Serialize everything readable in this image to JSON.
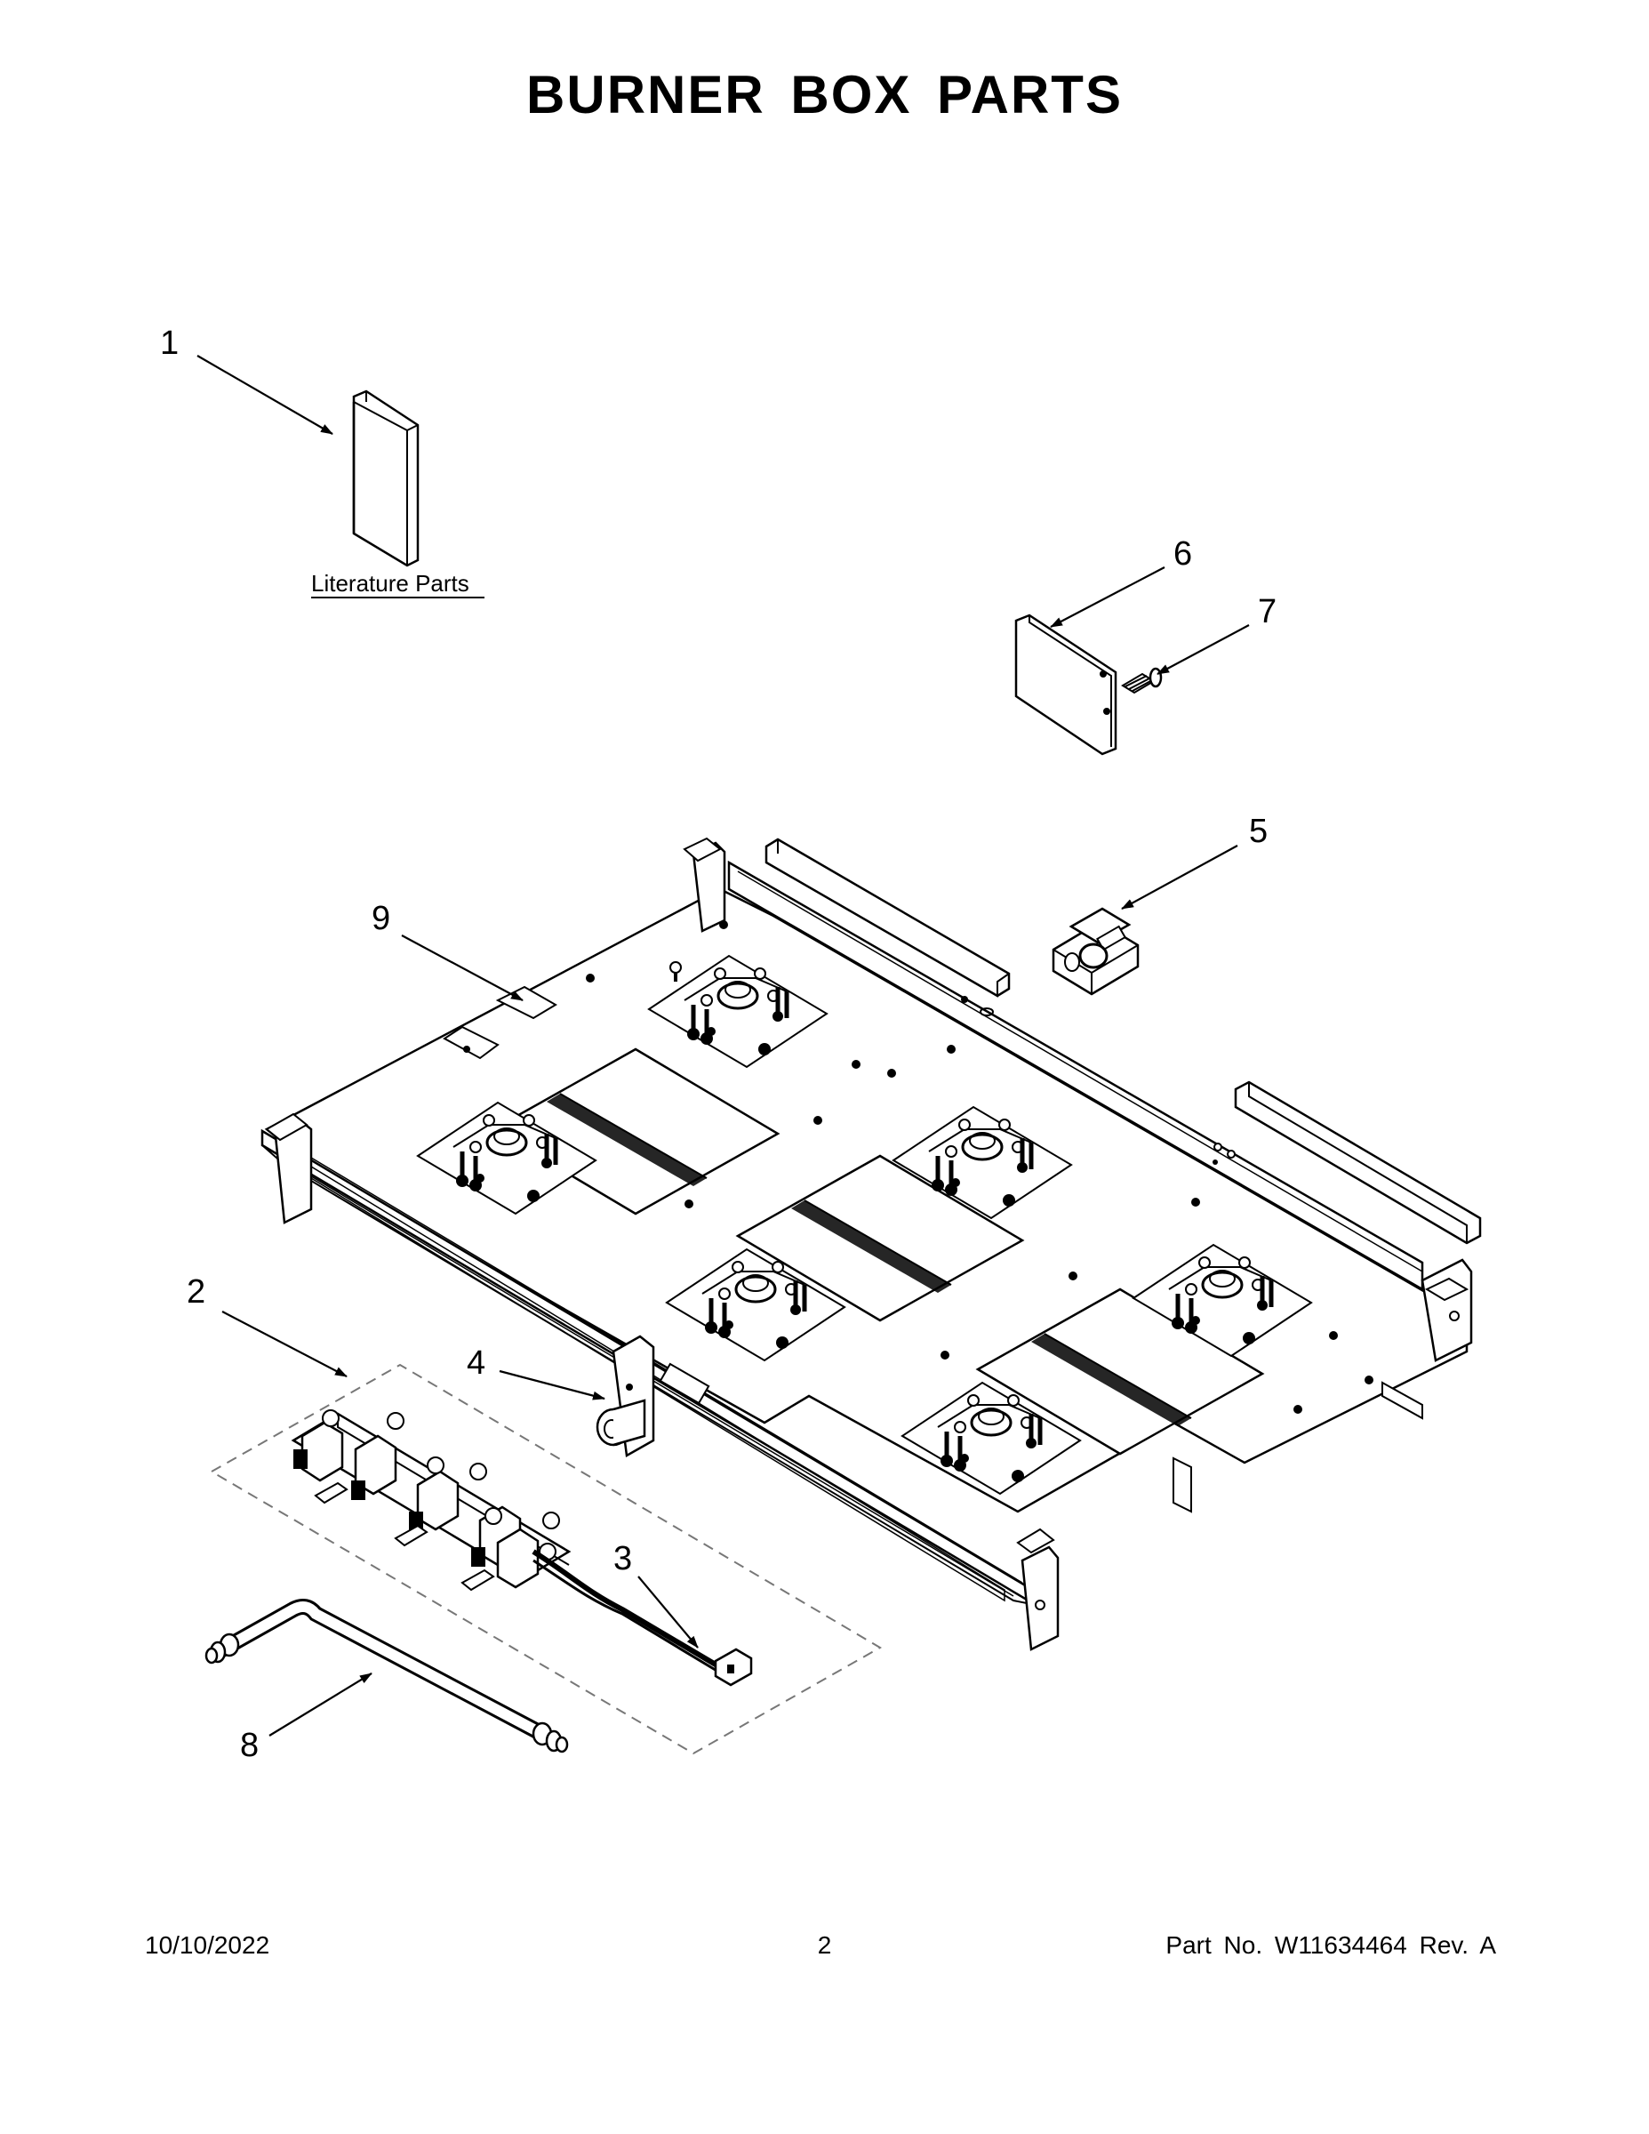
{
  "page": {
    "title": "BURNER BOX PARTS",
    "footer": {
      "date": "10/10/2022",
      "page_number": "2",
      "part_number": "Part No.  W11634464  Rev.  A"
    }
  },
  "diagram": {
    "literature_label": "Literature Parts",
    "callouts": [
      "1",
      "2",
      "3",
      "4",
      "5",
      "6",
      "7",
      "8",
      "9"
    ]
  }
}
